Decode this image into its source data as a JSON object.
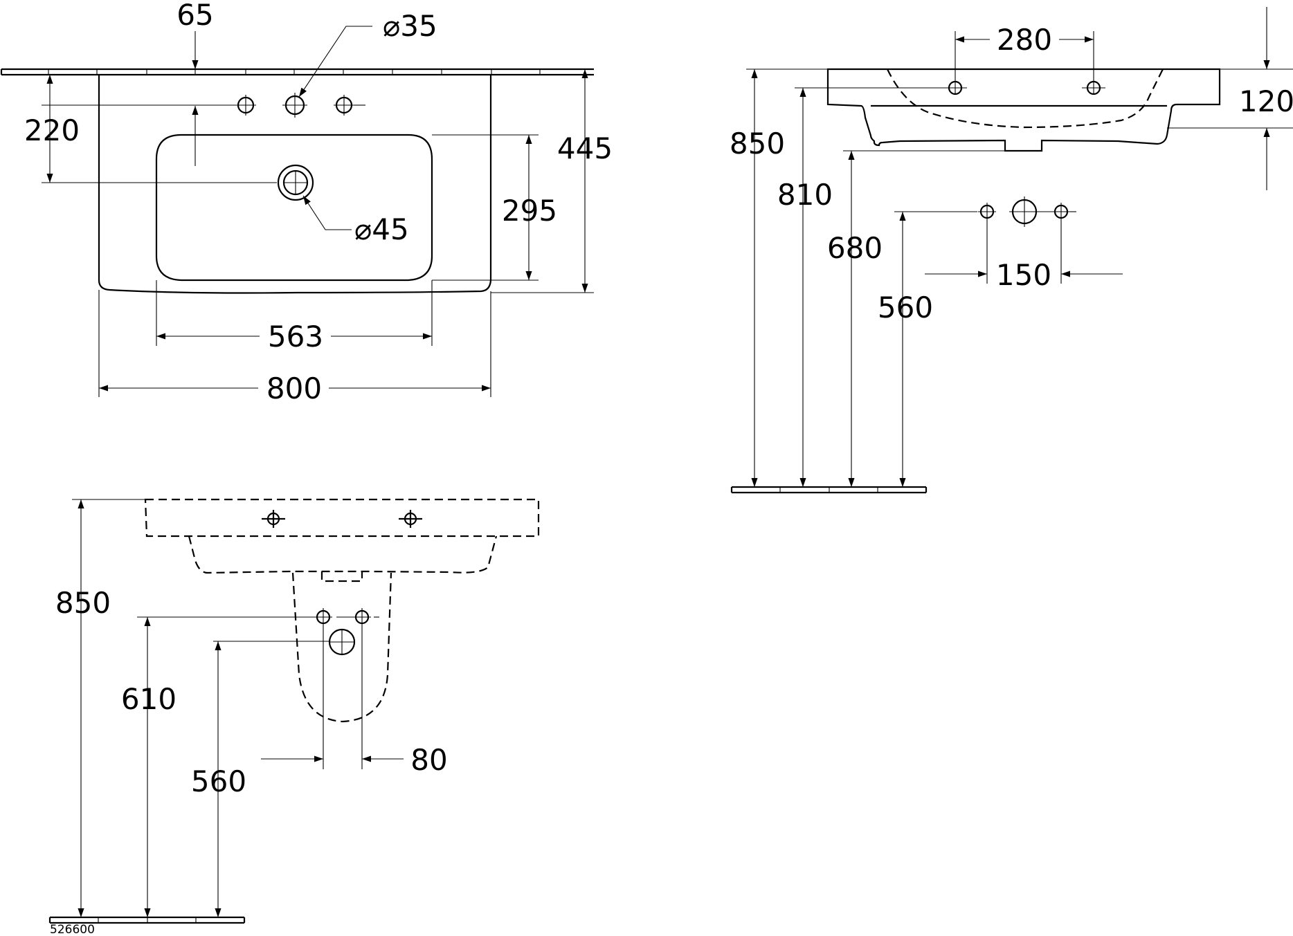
{
  "top_view": {
    "d_65": "65",
    "d_35": "⌀35",
    "d_220": "220",
    "d_445": "445",
    "d_295": "295",
    "d_45": "⌀45",
    "d_563": "563",
    "d_800": "800"
  },
  "side_view": {
    "d_280": "280",
    "d_120": "120",
    "d_850": "850",
    "d_810": "810",
    "d_680": "680",
    "d_560": "560",
    "d_150": "150"
  },
  "front_view": {
    "d_850": "850",
    "d_610": "610",
    "d_560": "560",
    "d_80": "80"
  },
  "article_number": "526600"
}
